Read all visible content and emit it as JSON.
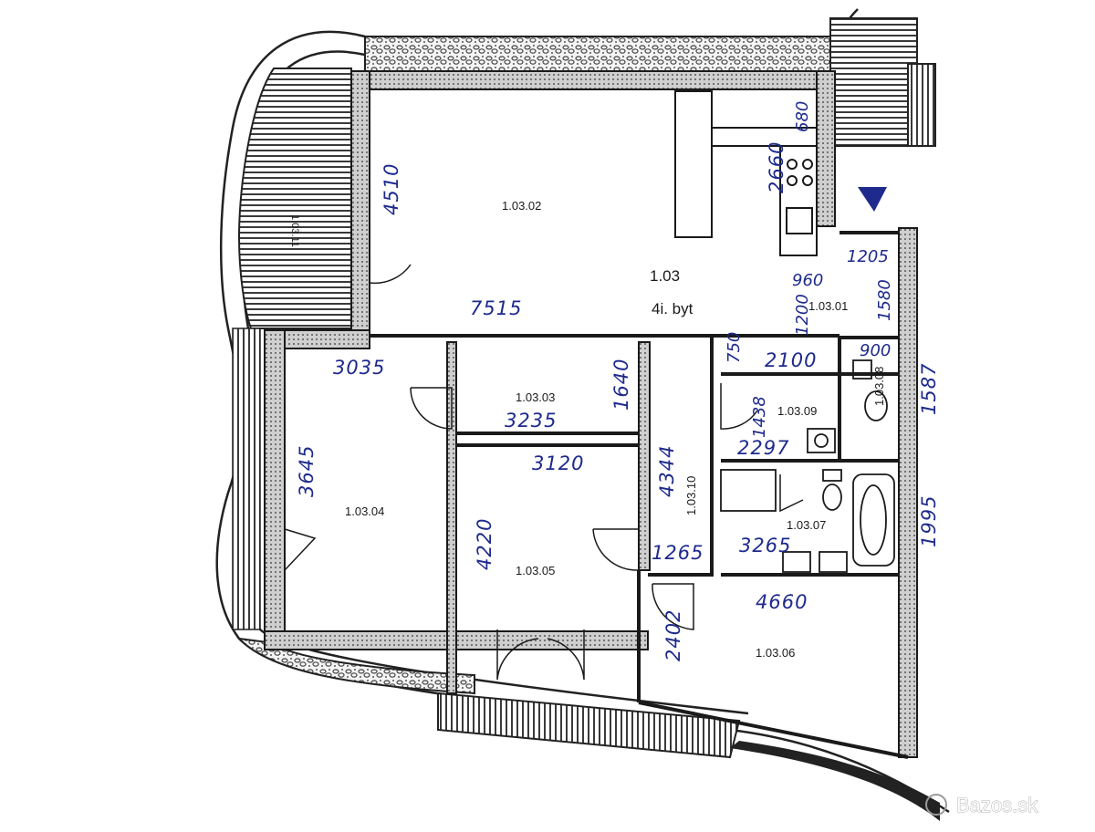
{
  "apartment": {
    "code": "1.03",
    "type": "4i. byt"
  },
  "rooms": {
    "living": "1.03.02",
    "hall": "1.03.01",
    "room03": "1.03.03",
    "room04": "1.03.04",
    "room05": "1.03.05",
    "corridor": "1.03.10",
    "wc09": "1.03.09",
    "wc08": "1.03.08",
    "bath": "1.03.07",
    "room06": "1.03.06",
    "loggia": "1.03.11"
  },
  "dimensions": {
    "d4510": "4510",
    "d7515": "7515",
    "d2660": "2660",
    "d680": "680",
    "d1205": "1205",
    "d960": "960",
    "d1200": "1200",
    "d1580": "1580",
    "d750": "750",
    "d2100": "2100",
    "d900": "900",
    "d1587": "1587",
    "d3035": "3035",
    "d1640": "1640",
    "d3235": "3235",
    "d1438": "1438",
    "d2297": "2297",
    "d3645": "3645",
    "d3120": "3120",
    "d4344": "4344",
    "d4220": "4220",
    "d1265": "1265",
    "d3265": "3265",
    "d1995": "1995",
    "d4660": "4660",
    "d2402": "2402"
  },
  "watermark": "Bazos.sk",
  "colors": {
    "annotation": "#1e2a8c",
    "wall": "#2a2a2a",
    "hatch": "#3a3a3a"
  }
}
